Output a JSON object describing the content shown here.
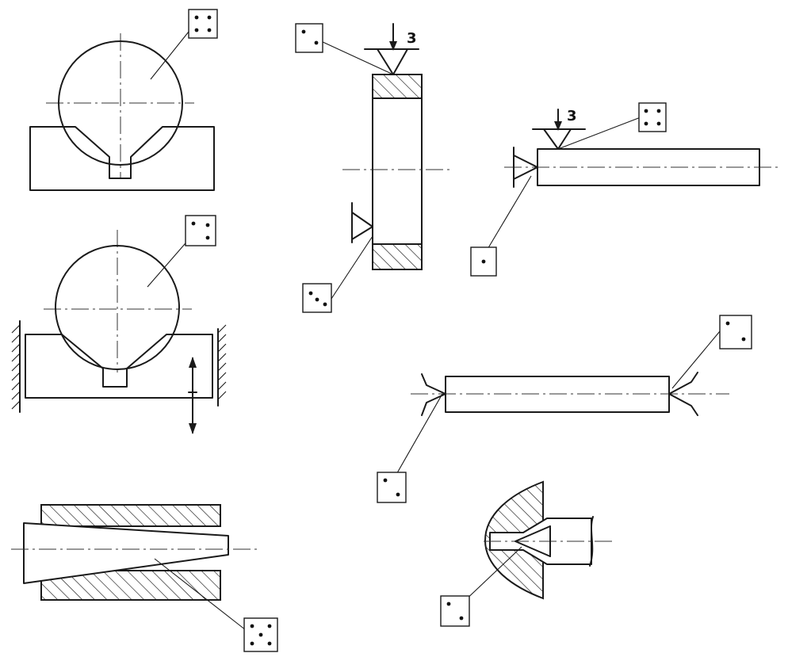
{
  "diagram": {
    "figures": [
      {
        "name": "ball-in-v-block",
        "dice_value": 4
      },
      {
        "name": "ball-in-movable-v-block",
        "dice_value": 3
      },
      {
        "name": "tapered-shaft-in-bore",
        "dice_value": 5
      },
      {
        "name": "ring-with-end-face-support",
        "top_dice_value": 2,
        "bottom_dice_value": 3,
        "support_label": "3"
      },
      {
        "name": "shaft-with-end-support",
        "top_dice_value": 4,
        "left_dice_value": 1,
        "support_label": "3"
      },
      {
        "name": "shaft-between-centers",
        "right_dice_value": 2,
        "left_dice_value": 2
      },
      {
        "name": "shaft-in-center-hole",
        "dice_value": 2
      }
    ],
    "support_marks": {
      "ring_support_label": "3",
      "shaft_support_label": "3"
    }
  }
}
